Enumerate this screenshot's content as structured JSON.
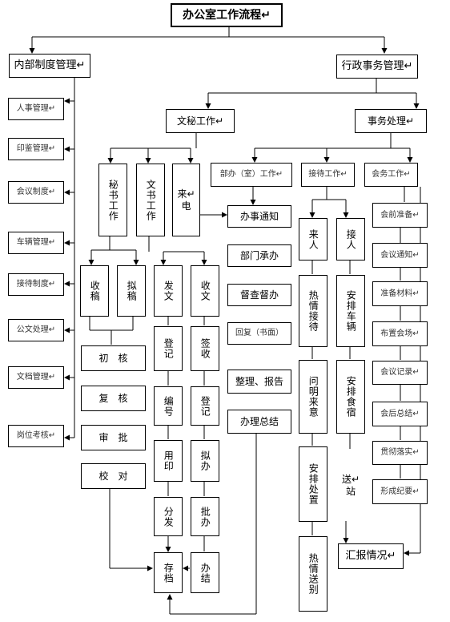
{
  "title": "办公室工作流程↵",
  "internal": {
    "head": "内部制度管理↵",
    "items": [
      "人事管理↵",
      "印鉴管理↵",
      "会议制度↵",
      "车辆管理↵",
      "接待制度↵",
      "公文处理↵",
      "文档管理↵",
      "岗位考核↵"
    ]
  },
  "admin": {
    "head": "行政事务管理↵"
  },
  "secretarial": {
    "head": "文秘工作↵",
    "mishu": "秘书工作",
    "wenshu": "文书工作",
    "laidian": "来↵电",
    "shougao": "收稿",
    "nigao": "拟稿",
    "chain": [
      "初　核",
      "复　核",
      "审　批",
      "校　对"
    ],
    "fawen": "发文",
    "fawen_chain": [
      "登记",
      "编号",
      "用印",
      "分发"
    ],
    "shouwen": "收文",
    "shouwen_chain": [
      "签收",
      "登记",
      "拟办",
      "批办",
      "办结"
    ],
    "cundang": "存档"
  },
  "affairs": {
    "head": "事务处理↵",
    "office": {
      "head": "部办（室）工作↵",
      "items": [
        "办事通知",
        "部门承办",
        "督查督办",
        "回复（书面）",
        "整理、报告",
        "办理总结"
      ]
    },
    "reception": {
      "head": "接待工作↵",
      "laike": "来人",
      "jieke": "接人",
      "left": [
        "热情接待",
        "问明来意",
        "安排处置",
        "热情送别"
      ],
      "right": [
        "安排车辆",
        "安排食宿",
        "送↵站"
      ]
    },
    "meeting": {
      "head": "会务工作↵",
      "items": [
        "会前准备↵",
        "会议通知↵",
        "准备材料↵",
        "布置会场↵",
        "会议记录↵",
        "会后总结↵",
        "贯彻落实↵",
        "形成纪要↵"
      ]
    },
    "report": "汇报情况↵"
  }
}
